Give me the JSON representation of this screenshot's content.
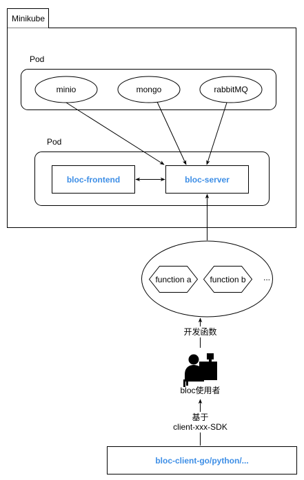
{
  "cluster": {
    "label": "Minikube"
  },
  "pod_top": {
    "label": "Pod",
    "services": [
      {
        "name": "minio"
      },
      {
        "name": "mongo"
      },
      {
        "name": "rabbitMQ"
      }
    ]
  },
  "pod_app": {
    "label": "Pod",
    "frontend": "bloc-frontend",
    "server": "bloc-server"
  },
  "functions": {
    "items": [
      {
        "name": "function a"
      },
      {
        "name": "function b"
      }
    ],
    "more": "..."
  },
  "develop_label": "开发函数",
  "user": {
    "label": "bloc使用者"
  },
  "based_on": {
    "line1": "基于",
    "line2": "client-xxx-SDK"
  },
  "client_sdk": "bloc-client-go/python/...",
  "colors": {
    "accent": "#3d8ee6",
    "stroke": "#000000",
    "background": "#ffffff"
  }
}
